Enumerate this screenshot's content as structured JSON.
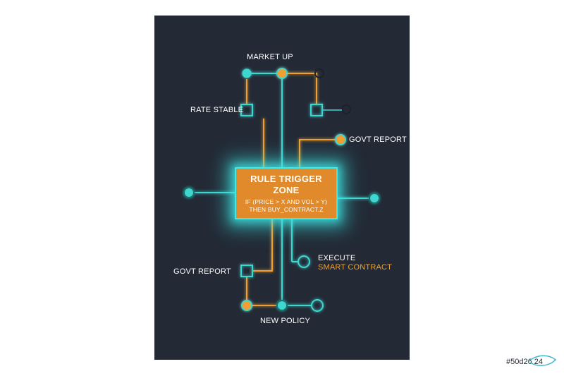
{
  "colors": {
    "panel_bg": "#232a36",
    "cyan": "#3fd6d0",
    "orange": "#f0a030",
    "box_fill": "#e08a2c"
  },
  "labels": {
    "market_up": "MARKET UP",
    "rate_stable": "RATE STABLE",
    "govt_report_top": "GOVT REPORT",
    "govt_report_bottom": "GOVT REPORT",
    "execute": "EXECUTE",
    "smart_contract": "SMART CONTRACT",
    "new_policy": "NEW POLICY"
  },
  "trigger": {
    "title_line1": "RULE TRIGGER",
    "title_line2": "ZONE",
    "rule_line1": "IF (PRICE > X AND VOL > Y)",
    "rule_line2": "THEN BUY_CONTRACT.Z"
  },
  "watermark": "#50d26 24"
}
